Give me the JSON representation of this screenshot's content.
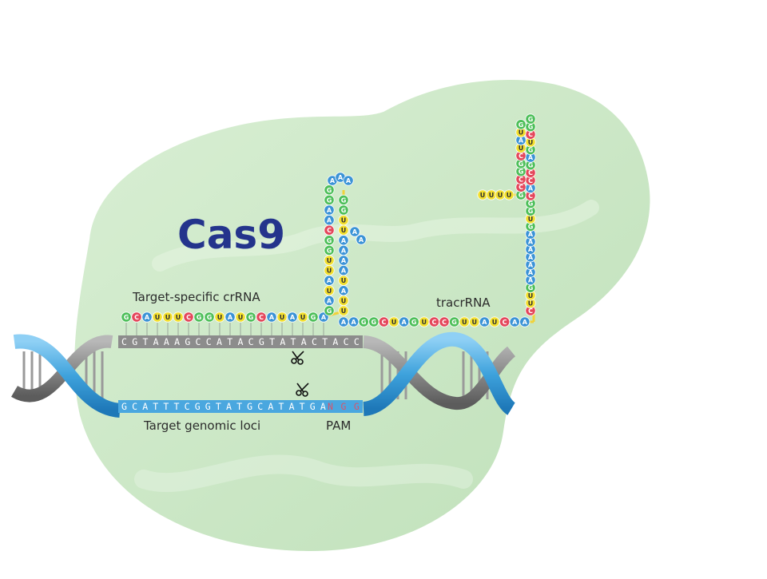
{
  "protein_label": "Cas9",
  "crrna_label": "Target-specific crRNA",
  "tracrrna_label": "tracrRNA",
  "target_label": "Target genomic loci",
  "pam_label": "PAM",
  "top_strand": "CGTAAAGCCATACGTATACTACC",
  "bottom_strand": "GCATTTCGGTATGCATATGA",
  "pam_seq": "NGG",
  "crrna_seq": "GCAUUUCGGUAUGCAUAUGA",
  "tracr_bottom": "AAGGCUAGUCCGUUAUCAA",
  "tracr_stem_left": "UUAUAAAAUUGG",
  "tracr_stem_right": "GAUAUUGGCAAGG",
  "tracr_loop": "AAA",
  "tracr_right_col": "CUUGAAAAAAAGUGGCACCGAGUCGG",
  "tracr_tail": "UUUU",
  "colors": {
    "protein": "#cde8c8",
    "title": "#24348c",
    "dna_blue": "#4aa7df",
    "dna_gray": "#8a8a8a",
    "A": "#3b93d6",
    "U": "#f2df2e",
    "G": "#4dbf59",
    "C": "#e4475b",
    "N": "#d9546b"
  }
}
